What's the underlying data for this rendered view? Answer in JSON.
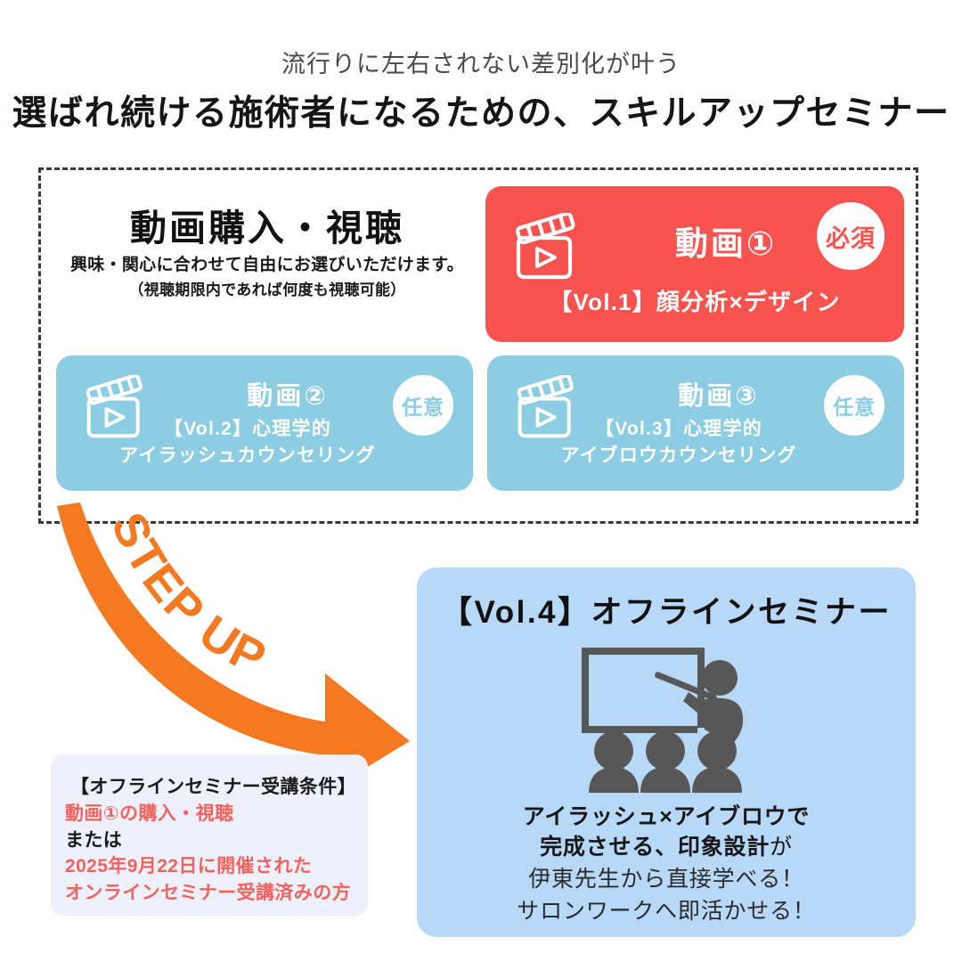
{
  "header": {
    "eyebrow": "流行りに左右されない差別化が叶う",
    "headline": "選ばれ続ける施術者になるための、スキルアップセミナー"
  },
  "video_section": {
    "title": "動画購入・視聴",
    "subtitle_line1": "興味・関心に合わせて自由にお選びいただけます。",
    "subtitle_line2": "（視聴期限内であれば何度も視聴可能）",
    "cards": [
      {
        "id": "video-1",
        "title": "動画①",
        "description": "【Vol.1】顔分析×デザイン",
        "badge": "必須",
        "color": "#F9534F",
        "badge_text_color": "#F9534F",
        "icon": "clapperboard-icon"
      },
      {
        "id": "video-2",
        "title": "動画②",
        "description_line1": "【Vol.2】心理学的",
        "description_line2": "アイラッシュカウンセリング",
        "badge": "任意",
        "color": "#8CCDE3",
        "badge_text_color": "#8CCDE3",
        "icon": "clapperboard-icon"
      },
      {
        "id": "video-3",
        "title": "動画③",
        "description_line1": "【Vol.3】心理学的",
        "description_line2": "アイブロウカウンセリング",
        "badge": "任意",
        "color": "#8CCDE3",
        "badge_text_color": "#8CCDE3",
        "icon": "clapperboard-icon"
      }
    ]
  },
  "arrow": {
    "label": "STEP UP",
    "color": "#F57920"
  },
  "conditions": {
    "heading": "【オフラインセミナー受講条件】",
    "line_required": "動画①の購入・視聴",
    "line_or": "または",
    "line_alt1": "2025年9月22日に開催された",
    "line_alt2": "オンラインセミナー受講済みの方",
    "highlight_color": "#F4625E",
    "background": "#EEF1FB"
  },
  "offline_seminar": {
    "title": "【Vol.4】オフラインセミナー",
    "icon": "presenter-whiteboard-icon",
    "benefit_line1": "アイラッシュ×アイブロウで",
    "benefit_line2_bold": "完成させる、印象設計",
    "benefit_line2_tail": "が",
    "benefit_line3": "伊東先生から直接学べる！",
    "benefit_line4": "サロンワークへ即活かせる！",
    "background": "#B7D9F7"
  }
}
